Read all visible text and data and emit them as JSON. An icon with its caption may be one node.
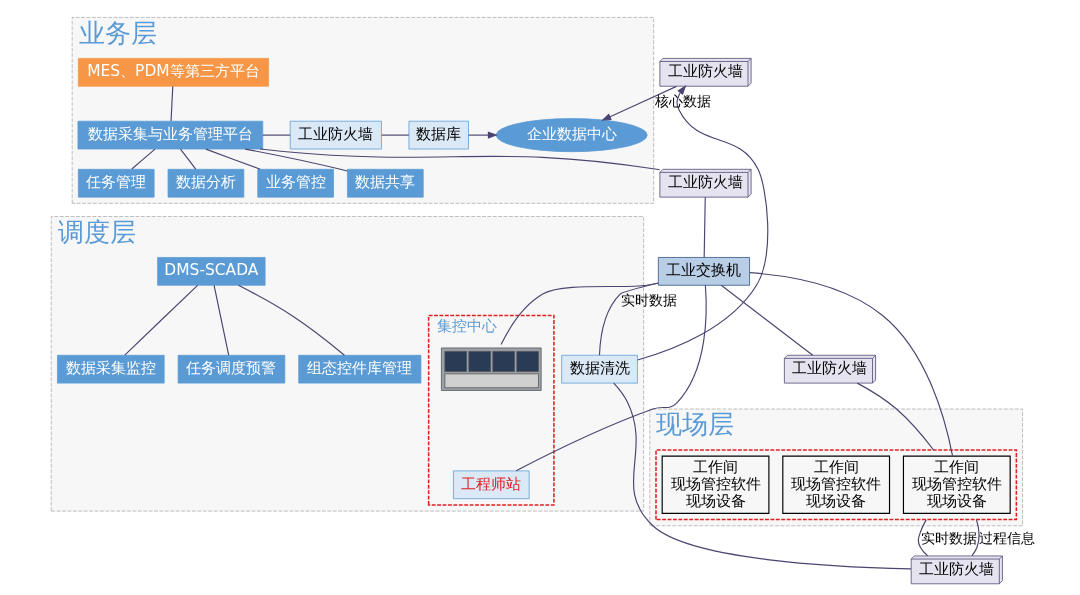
{
  "diagram": {
    "nodes": [
      {
        "text": [
          "业务层"
        ]
      },
      {
        "text": [
          "MES、PDM等第三方平台"
        ],
        "in": 0
      },
      {
        "text": [
          "数据采集与业务管理平台"
        ],
        "in": 0
      },
      {
        "text": [
          "任务管理"
        ],
        "in": 0
      },
      {
        "text": [
          "数据分析"
        ],
        "in": 0
      },
      {
        "text": [
          "业务管控"
        ],
        "in": 0
      },
      {
        "text": [
          "数据共享"
        ],
        "in": 0
      },
      {
        "text": [
          "工业防火墙"
        ],
        "in": 0
      },
      {
        "text": [
          "数据库"
        ],
        "in": 0
      },
      {
        "text": [
          "企业数据中心"
        ],
        "in": 0
      },
      {
        "text": [
          "工业防火墙"
        ]
      },
      {
        "text": [
          "调度层"
        ]
      },
      {
        "text": [
          "DMS-SCADA"
        ],
        "in": 11
      },
      {
        "text": [
          "数据采集监控"
        ],
        "in": 11
      },
      {
        "text": [
          "任务调度预警"
        ],
        "in": 11
      },
      {
        "text": [
          "组态控件库管理"
        ],
        "in": 11
      },
      {
        "text": [
          "集控中心"
        ],
        "in": 11
      },
      {
        "text": [
          "工程师站"
        ],
        "in": 16
      },
      {
        "text": [],
        "shape": "picture",
        "in": 16
      },
      {
        "text": [
          "工业交换机"
        ]
      },
      {
        "text": [
          "工业防火墙"
        ]
      },
      {
        "text": [
          "数据清洗"
        ],
        "in": 11
      },
      {
        "text": [
          "工业防火墙"
        ]
      },
      {
        "text": [
          "工业防火墙"
        ]
      },
      {
        "text": [
          "现场层"
        ]
      },
      {
        "text": [],
        "shape": "box",
        "in": 24
      },
      {
        "text": [
          "工作间",
          "现场管控软件",
          "现场设备"
        ],
        "in": 25
      },
      {
        "text": [
          "工作间",
          "现场管控软件",
          "现场设备"
        ],
        "in": 25
      },
      {
        "text": [
          "工作间",
          "现场管控软件",
          "现场设备"
        ],
        "in": 25
      }
    ],
    "edges": [
      {
        "from": 1,
        "to": 2,
        "arrow": "none"
      },
      {
        "from": 2,
        "to": 3,
        "arrow": "none"
      },
      {
        "from": 2,
        "to": 4,
        "arrow": "none"
      },
      {
        "from": 2,
        "to": 5,
        "arrow": "none"
      },
      {
        "from": 2,
        "to": 6,
        "arrow": "none"
      },
      {
        "from": 2,
        "to": 7,
        "arrow": "none"
      },
      {
        "from": 7,
        "to": 8,
        "arrow": "none"
      },
      {
        "from": 8,
        "to": 9,
        "arrow": "to"
      },
      {
        "from": 2,
        "to": 10,
        "arrow": "none"
      },
      {
        "from": 12,
        "to": 13,
        "arrow": "none"
      },
      {
        "from": 12,
        "to": 14,
        "arrow": "none"
      },
      {
        "from": 12,
        "to": 15,
        "arrow": "none"
      },
      {
        "from": 10,
        "to": 19,
        "arrow": "none"
      },
      {
        "from": 19,
        "to": 17,
        "arrow": "none"
      },
      {
        "from": 19,
        "to": 18,
        "arrow": "none"
      },
      {
        "from": 19,
        "to": 20,
        "arrow": "none"
      },
      {
        "from": 19,
        "to": 21,
        "label": "实时数据",
        "arrow": "none"
      },
      {
        "from": 19,
        "to": 26,
        "arrow": "none"
      },
      {
        "from": 20,
        "to": 25,
        "arrow": "none"
      },
      {
        "from": 25,
        "to": 23,
        "label": "实时数据",
        "arrow": "none"
      },
      {
        "from": 25,
        "to": 23,
        "label": "过程信息",
        "arrow": "none"
      },
      {
        "from": 23,
        "to": 21,
        "arrow": "none"
      },
      {
        "from": 21,
        "to": 22,
        "arrow": "to"
      },
      {
        "from": 22,
        "to": 9,
        "label": "核心数据",
        "arrow": "to"
      }
    ]
  }
}
